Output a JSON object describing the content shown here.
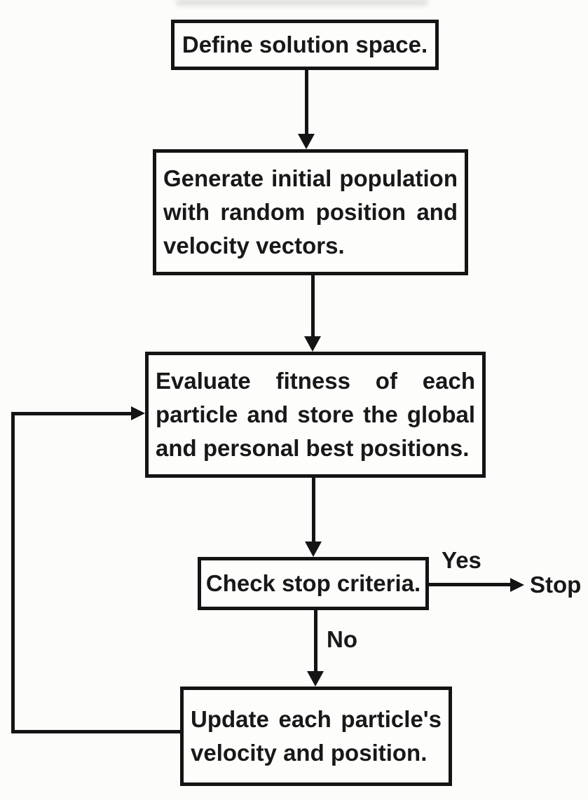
{
  "diagram": {
    "type": "flowchart",
    "colors": {
      "line": "#141414",
      "background": "#fcfcfb",
      "box_fill": "#fdfdfc",
      "text": "#181818"
    },
    "nodes": [
      {
        "id": "define-solution-space",
        "lines": [
          "Define solution space."
        ]
      },
      {
        "id": "generate-initial-population",
        "lines": [
          "Generate initial population",
          "with random position and",
          "velocity vectors."
        ]
      },
      {
        "id": "evaluate-fitness",
        "lines": [
          "Evaluate fitness of each",
          "particle and store the global",
          "and personal best positions."
        ]
      },
      {
        "id": "check-stop-criteria",
        "lines": [
          "Check stop criteria."
        ]
      },
      {
        "id": "update-particles",
        "lines": [
          "Update each particle's",
          "velocity and position."
        ]
      }
    ],
    "labels": {
      "yes": "Yes",
      "no": "No",
      "stop": "Stop"
    },
    "edges": [
      {
        "from": "define-solution-space",
        "to": "generate-initial-population",
        "label": ""
      },
      {
        "from": "generate-initial-population",
        "to": "evaluate-fitness",
        "label": ""
      },
      {
        "from": "evaluate-fitness",
        "to": "check-stop-criteria",
        "label": ""
      },
      {
        "from": "check-stop-criteria",
        "to": "stop",
        "label": "Yes"
      },
      {
        "from": "check-stop-criteria",
        "to": "update-particles",
        "label": "No"
      },
      {
        "from": "update-particles",
        "to": "evaluate-fitness",
        "label": ""
      }
    ]
  }
}
